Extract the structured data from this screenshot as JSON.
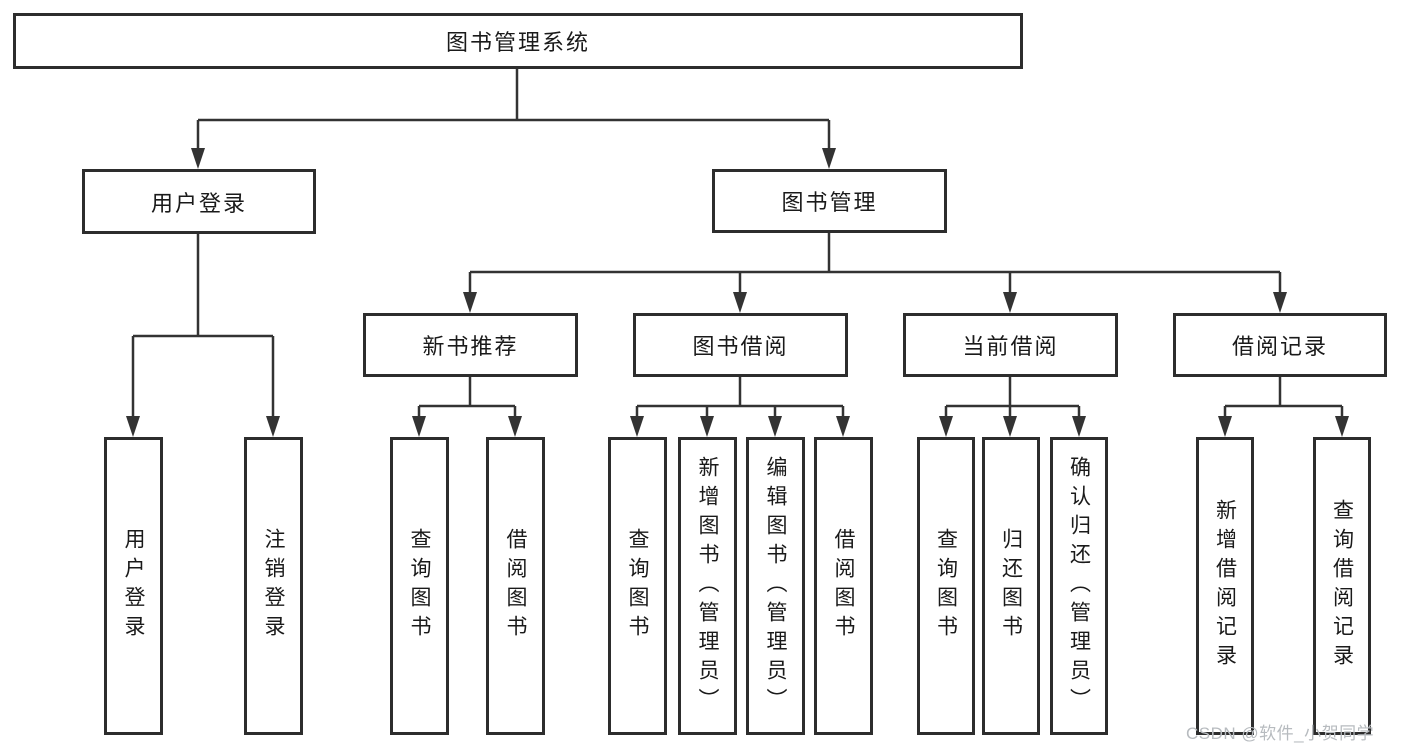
{
  "diagram": {
    "root": {
      "label": "图书管理系统"
    },
    "branches": [
      {
        "label": "用户登录",
        "leaves": [
          {
            "label": "用户登录"
          },
          {
            "label": "注销登录"
          }
        ]
      },
      {
        "label": "图书管理",
        "sections": [
          {
            "label": "新书推荐",
            "leaves": [
              {
                "label": "查询图书"
              },
              {
                "label": "借阅图书"
              }
            ]
          },
          {
            "label": "图书借阅",
            "leaves": [
              {
                "label": "查询图书"
              },
              {
                "label": "新增图书（管理员）"
              },
              {
                "label": "编辑图书（管理员）"
              },
              {
                "label": "借阅图书"
              }
            ]
          },
          {
            "label": "当前借阅",
            "leaves": [
              {
                "label": "查询图书"
              },
              {
                "label": "归还图书"
              },
              {
                "label": "确认归还（管理员）"
              }
            ]
          },
          {
            "label": "借阅记录",
            "leaves": [
              {
                "label": "新增借阅记录"
              },
              {
                "label": "查询借阅记录"
              }
            ]
          }
        ]
      }
    ]
  },
  "watermark": {
    "text": "CSDN @软件_小贺同学"
  },
  "colors": {
    "line": "#333333",
    "border": "#2d2d2d",
    "text": "#1a1a1a",
    "background": "#ffffff",
    "watermark": "#b7bbbf"
  }
}
